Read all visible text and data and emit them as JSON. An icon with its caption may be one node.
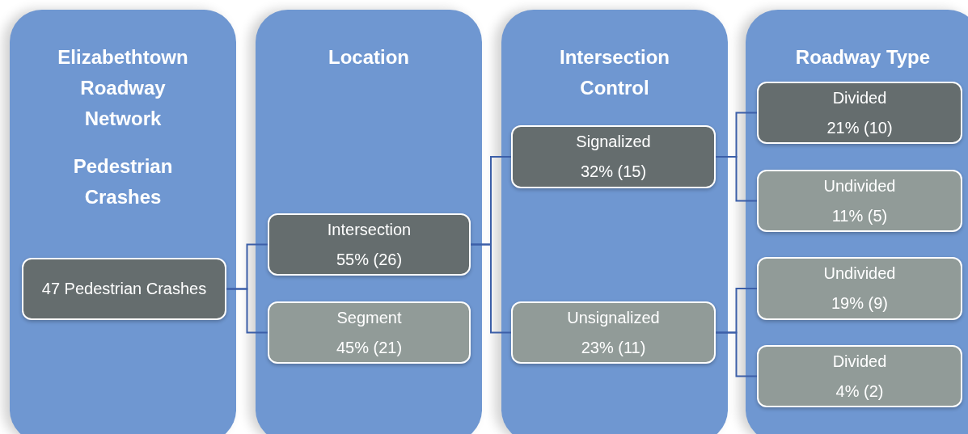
{
  "diagram": {
    "nodes": [
      {
        "text": [
          "Elizabethtown Roadway Network",
          "Pedestrian Crashes"
        ]
      },
      {
        "text": [
          "47 Pedestrian Crashes"
        ],
        "in": 0
      },
      {
        "text": [
          "Location"
        ]
      },
      {
        "text": [
          "Intersection",
          "55% (26)"
        ],
        "in": 2
      },
      {
        "text": [
          "Segment",
          "45% (21)"
        ],
        "in": 2
      },
      {
        "text": [
          "Intersection Control"
        ]
      },
      {
        "text": [
          "Signalized",
          "32% (15)"
        ],
        "in": 5
      },
      {
        "text": [
          "Unsignalized",
          "23% (11)"
        ],
        "in": 5
      },
      {
        "text": [
          "Roadway Type"
        ]
      },
      {
        "text": [
          "Divided",
          "21% (10)"
        ],
        "in": 8
      },
      {
        "text": [
          "Undivided",
          "11% (5)"
        ],
        "in": 8
      },
      {
        "text": [
          "Undivided",
          "19% (9)"
        ],
        "in": 8
      },
      {
        "text": [
          "Divided",
          "4% (2)"
        ],
        "in": 8
      }
    ],
    "edges": [
      {
        "from": 1,
        "to": 3,
        "arrow": "none"
      },
      {
        "from": 1,
        "to": 4,
        "arrow": "none"
      },
      {
        "from": 3,
        "to": 6,
        "arrow": "none"
      },
      {
        "from": 3,
        "to": 7,
        "arrow": "none"
      },
      {
        "from": 6,
        "to": 9,
        "arrow": "none"
      },
      {
        "from": 6,
        "to": 10,
        "arrow": "none"
      },
      {
        "from": 7,
        "to": 11,
        "arrow": "none"
      },
      {
        "from": 7,
        "to": 12,
        "arrow": "none"
      }
    ]
  }
}
